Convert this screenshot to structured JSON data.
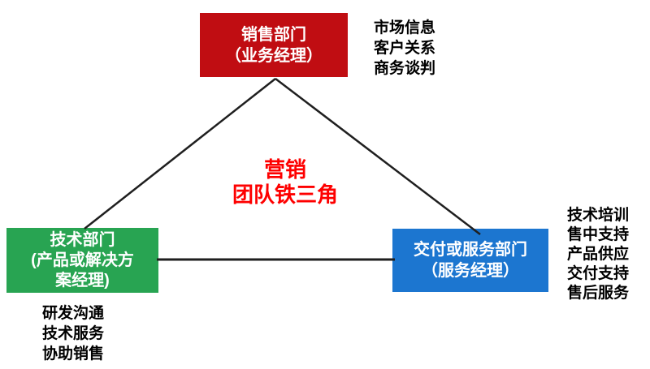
{
  "colors": {
    "sales_box": "#c00d12",
    "tech_box": "#28a452",
    "delivery_box": "#1c76d0",
    "title_text": "#fe0000",
    "box_text": "#ffffff",
    "annotation_text": "#000000",
    "line": "#1f1f1f"
  },
  "title": {
    "line1": "营销",
    "line2": "团队铁三角"
  },
  "nodes": {
    "sales": {
      "line1": "销售部门",
      "line2": "（业务经理）"
    },
    "tech": {
      "line1": "技术部门",
      "line2": "(产品或解决方",
      "line3": "案经理)"
    },
    "delivery": {
      "line1": "交付或服务部门",
      "line2": "（服务经理）"
    }
  },
  "annotations": {
    "sales": {
      "items": [
        "市场信息",
        "客户关系",
        "商务谈判"
      ]
    },
    "tech": {
      "items": [
        "研发沟通",
        "技术服务",
        "协助销售"
      ]
    },
    "delivery": {
      "items": [
        "技术培训",
        "售中支持",
        "产品供应",
        "交付支持",
        "售后服务"
      ]
    }
  }
}
